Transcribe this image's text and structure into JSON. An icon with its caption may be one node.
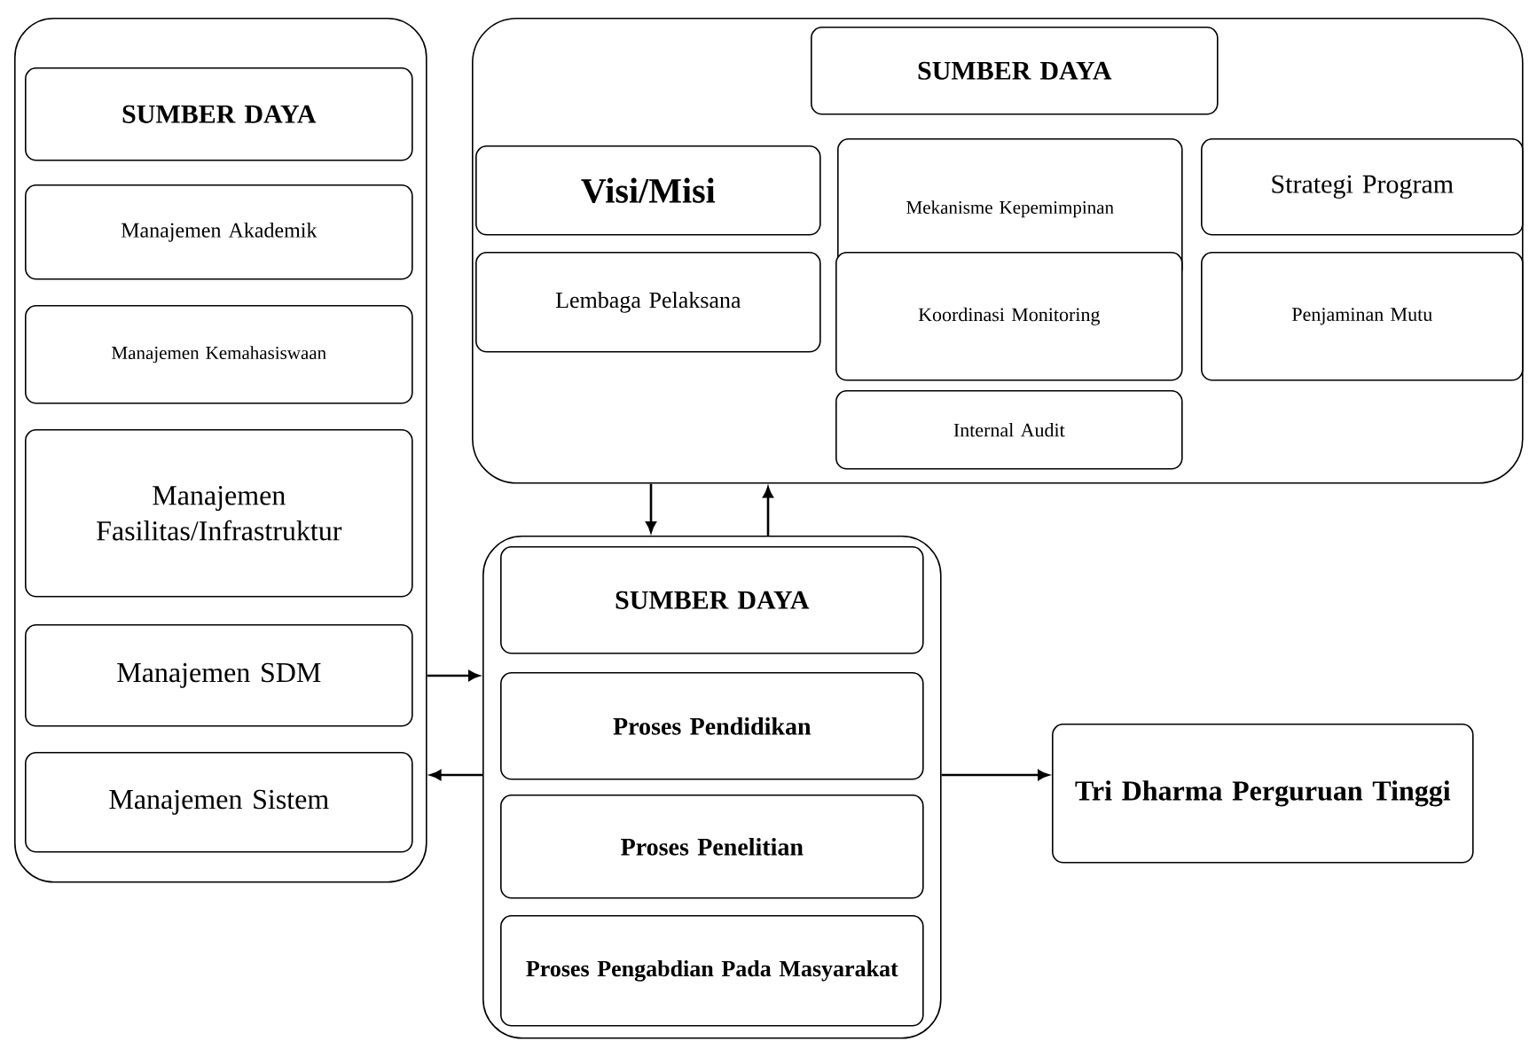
{
  "diagram": {
    "nodes": [
      {
        "text": [],
        "shape": "box"
      },
      {
        "text": [
          "SUMBER DAYA"
        ],
        "in": 0
      },
      {
        "text": [
          "Manajemen Akademik"
        ],
        "in": 0
      },
      {
        "text": [
          "Manajemen Kemahasiswaan"
        ],
        "in": 0
      },
      {
        "text": [
          "Manajemen Fasilitas/Infrastruktur"
        ],
        "in": 0
      },
      {
        "text": [
          "Manajemen SDM"
        ],
        "in": 0
      },
      {
        "text": [
          "Manajemen Sistem"
        ],
        "in": 0
      },
      {
        "text": [],
        "shape": "box"
      },
      {
        "text": [
          "SUMBER DAYA"
        ],
        "in": 7
      },
      {
        "text": [
          "Visi/Misi"
        ],
        "in": 7
      },
      {
        "text": [
          "Mekanisme Kepemimpinan"
        ],
        "in": 7
      },
      {
        "text": [
          "Strategi Program"
        ],
        "in": 7
      },
      {
        "text": [
          "Lembaga Pelaksana"
        ],
        "in": 7
      },
      {
        "text": [
          "Koordinasi Monitoring"
        ],
        "in": 7
      },
      {
        "text": [
          "Penjaminan Mutu"
        ],
        "in": 7
      },
      {
        "text": [
          "Internal Audit"
        ],
        "in": 7
      },
      {
        "text": [],
        "shape": "box"
      },
      {
        "text": [
          "SUMBER DAYA"
        ],
        "in": 16
      },
      {
        "text": [
          "Proses Pendidikan"
        ],
        "in": 16
      },
      {
        "text": [
          "Proses Penelitian"
        ],
        "in": 16
      },
      {
        "text": [
          "Proses Pengabdian Pada Masyarakat"
        ],
        "in": 16
      },
      {
        "text": [
          "Tri Dharma Perguruan Tinggi"
        ]
      }
    ],
    "edges": [
      {
        "from": 7,
        "to": 16,
        "arrow": "to"
      },
      {
        "from": 16,
        "to": 7,
        "arrow": "to"
      },
      {
        "from": 0,
        "to": 16,
        "arrow": "to"
      },
      {
        "from": 16,
        "to": 0,
        "arrow": "to"
      },
      {
        "from": 16,
        "to": 21,
        "arrow": "to"
      }
    ]
  }
}
